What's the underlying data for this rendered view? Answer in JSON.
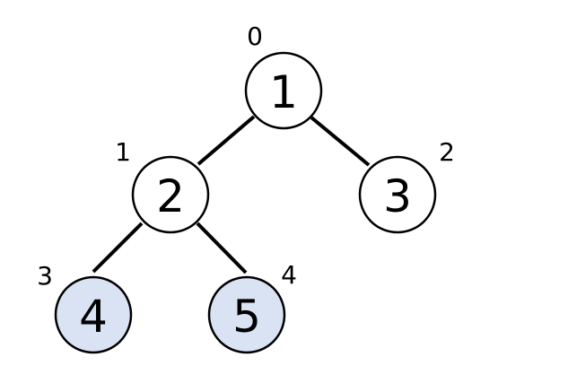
{
  "tree": {
    "nodes": [
      {
        "id": "n0",
        "value": "1",
        "index": "0",
        "highlighted": false
      },
      {
        "id": "n1",
        "value": "2",
        "index": "1",
        "highlighted": false
      },
      {
        "id": "n2",
        "value": "3",
        "index": "2",
        "highlighted": false
      },
      {
        "id": "n3",
        "value": "4",
        "index": "3",
        "highlighted": true
      },
      {
        "id": "n4",
        "value": "5",
        "index": "4",
        "highlighted": true
      }
    ],
    "edges": [
      {
        "from": "n0",
        "to": "n1"
      },
      {
        "from": "n0",
        "to": "n2"
      },
      {
        "from": "n1",
        "to": "n3"
      },
      {
        "from": "n1",
        "to": "n4"
      }
    ]
  },
  "colors": {
    "node_fill": "#ffffff",
    "highlight_fill": "#dae3f3",
    "stroke": "#000000",
    "text": "#000000"
  }
}
